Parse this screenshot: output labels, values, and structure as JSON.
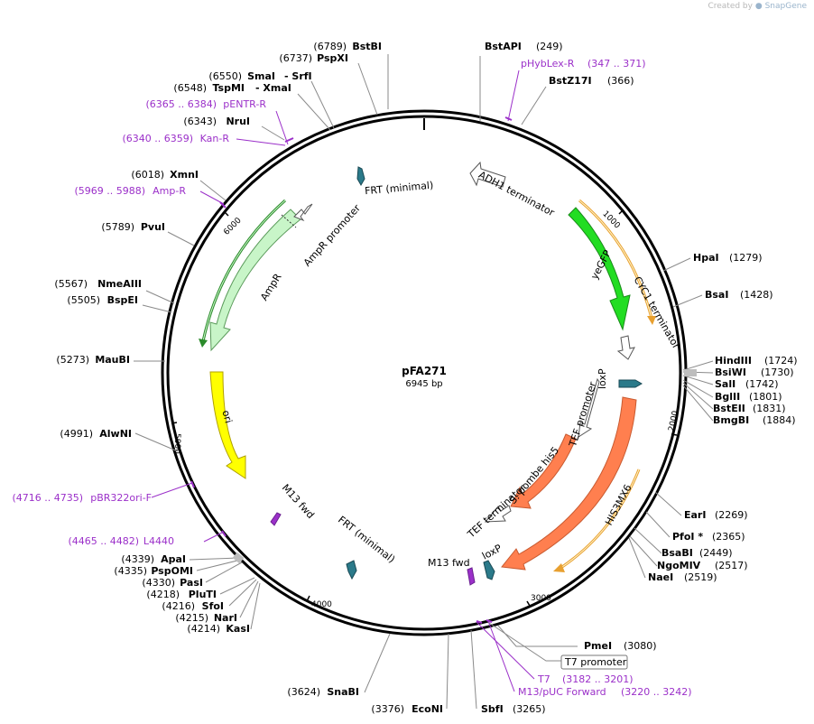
{
  "watermark": {
    "prefix": "Created by",
    "brand": "SnapGene"
  },
  "plasmid": {
    "name": "pFA271",
    "size_label": "6945 bp",
    "length": 6945
  },
  "colors": {
    "enzyme": "#000000",
    "primer": "#9b30c9",
    "backbone": "#000000"
  },
  "ticks": [
    "1000",
    "2000",
    "3000",
    "4000",
    "5000",
    "6000"
  ],
  "enzymes_right": [
    {
      "name": "BstAPI",
      "pos": "(249)"
    },
    {
      "name": "BstZ17I",
      "pos": "(366)"
    },
    {
      "name": "HpaI",
      "pos": "(1279)"
    },
    {
      "name": "BsaI",
      "pos": "(1428)"
    },
    {
      "name": "HindIII",
      "pos": "(1724)"
    },
    {
      "name": "BsiWI",
      "pos": "(1730)"
    },
    {
      "name": "SalI",
      "pos": "(1742)"
    },
    {
      "name": "BglII",
      "pos": "(1801)"
    },
    {
      "name": "BstEII",
      "pos": "(1831)"
    },
    {
      "name": "BmgBI",
      "pos": "(1884)"
    },
    {
      "name": "EarI",
      "pos": "(2269)"
    },
    {
      "name": "PfoI *",
      "pos": "(2365)"
    },
    {
      "name": "BsaBI",
      "pos": "(2449)"
    },
    {
      "name": "NgoMIV",
      "pos": "(2517)"
    },
    {
      "name": "NaeI",
      "pos": "(2519)"
    },
    {
      "name": "PmeI",
      "pos": "(3080)"
    },
    {
      "name": "SbfI",
      "pos": "(3265)"
    }
  ],
  "enzymes_left": [
    {
      "name": "BstBI",
      "pos": "(6789)"
    },
    {
      "name": "PspXI",
      "pos": "(6737)"
    },
    {
      "name": "SmaI",
      "pos": "(6550)"
    },
    {
      "name": "TspMI",
      "pos": "(6548)"
    },
    {
      "name": "NruI",
      "pos": "(6343)"
    },
    {
      "name": "XmnI",
      "pos": "(6018)"
    },
    {
      "name": "PvuI",
      "pos": "(5789)"
    },
    {
      "name": "NmeAIII",
      "pos": "(5567)"
    },
    {
      "name": "BspEI",
      "pos": "(5505)"
    },
    {
      "name": "MauBI",
      "pos": "(5273)"
    },
    {
      "name": "AlwNI",
      "pos": "(4991)"
    },
    {
      "name": "ApaI",
      "pos": "(4339)"
    },
    {
      "name": "PspOMI",
      "pos": "(4335)"
    },
    {
      "name": "PasI",
      "pos": "(4330)"
    },
    {
      "name": "PluTI",
      "pos": "(4218)"
    },
    {
      "name": "SfoI",
      "pos": "(4216)"
    },
    {
      "name": "NarI",
      "pos": "(4215)"
    },
    {
      "name": "KasI",
      "pos": "(4214)"
    },
    {
      "name": "SnaBI",
      "pos": "(3624)"
    },
    {
      "name": "EcoNI",
      "pos": "(3376)"
    }
  ],
  "enzymes_paired": [
    {
      "name": "- SrfI"
    },
    {
      "name": "- XmaI"
    }
  ],
  "primers": [
    {
      "name": "pHybLex-R",
      "range": "(347 .. 371)"
    },
    {
      "name": "pENTR-R",
      "range": "(6365 .. 6384)"
    },
    {
      "name": "Kan-R",
      "range": "(6340 .. 6359)"
    },
    {
      "name": "Amp-R",
      "range": "(5969 .. 5988)"
    },
    {
      "name": "pBR322ori-F",
      "range": "(4716 .. 4735)"
    },
    {
      "name": "L4440",
      "range": "(4465 .. 4482)"
    },
    {
      "name": "T7",
      "range": "(3182 .. 3201)"
    },
    {
      "name": "M13/pUC Forward",
      "range": "(3220 .. 3242)"
    }
  ],
  "boxed_feature": {
    "name": "T7 promoter"
  },
  "features": [
    {
      "name": "ADH1 terminator"
    },
    {
      "name": "yeGFP",
      "color": "#22dd22"
    },
    {
      "name": "CYC1 terminator"
    },
    {
      "name": "loxP",
      "color": "#2b7a8a"
    },
    {
      "name": "HIS3MX6",
      "color": "#ff7f4f"
    },
    {
      "name": "TEF promoter"
    },
    {
      "name": "S. pombe his5",
      "color": "#ff7f4f"
    },
    {
      "name": "TEF terminator"
    },
    {
      "name": "loxP"
    },
    {
      "name": "M13 fwd",
      "color": "#9b30c9"
    },
    {
      "name": "FRT (minimal)"
    },
    {
      "name": "ori",
      "color": "#ffff00"
    },
    {
      "name": "M13 fwd"
    },
    {
      "name": "AmpR",
      "color": "#c8f5c8"
    },
    {
      "name": "AmpR promoter"
    },
    {
      "name": "FRT (minimal)"
    }
  ]
}
